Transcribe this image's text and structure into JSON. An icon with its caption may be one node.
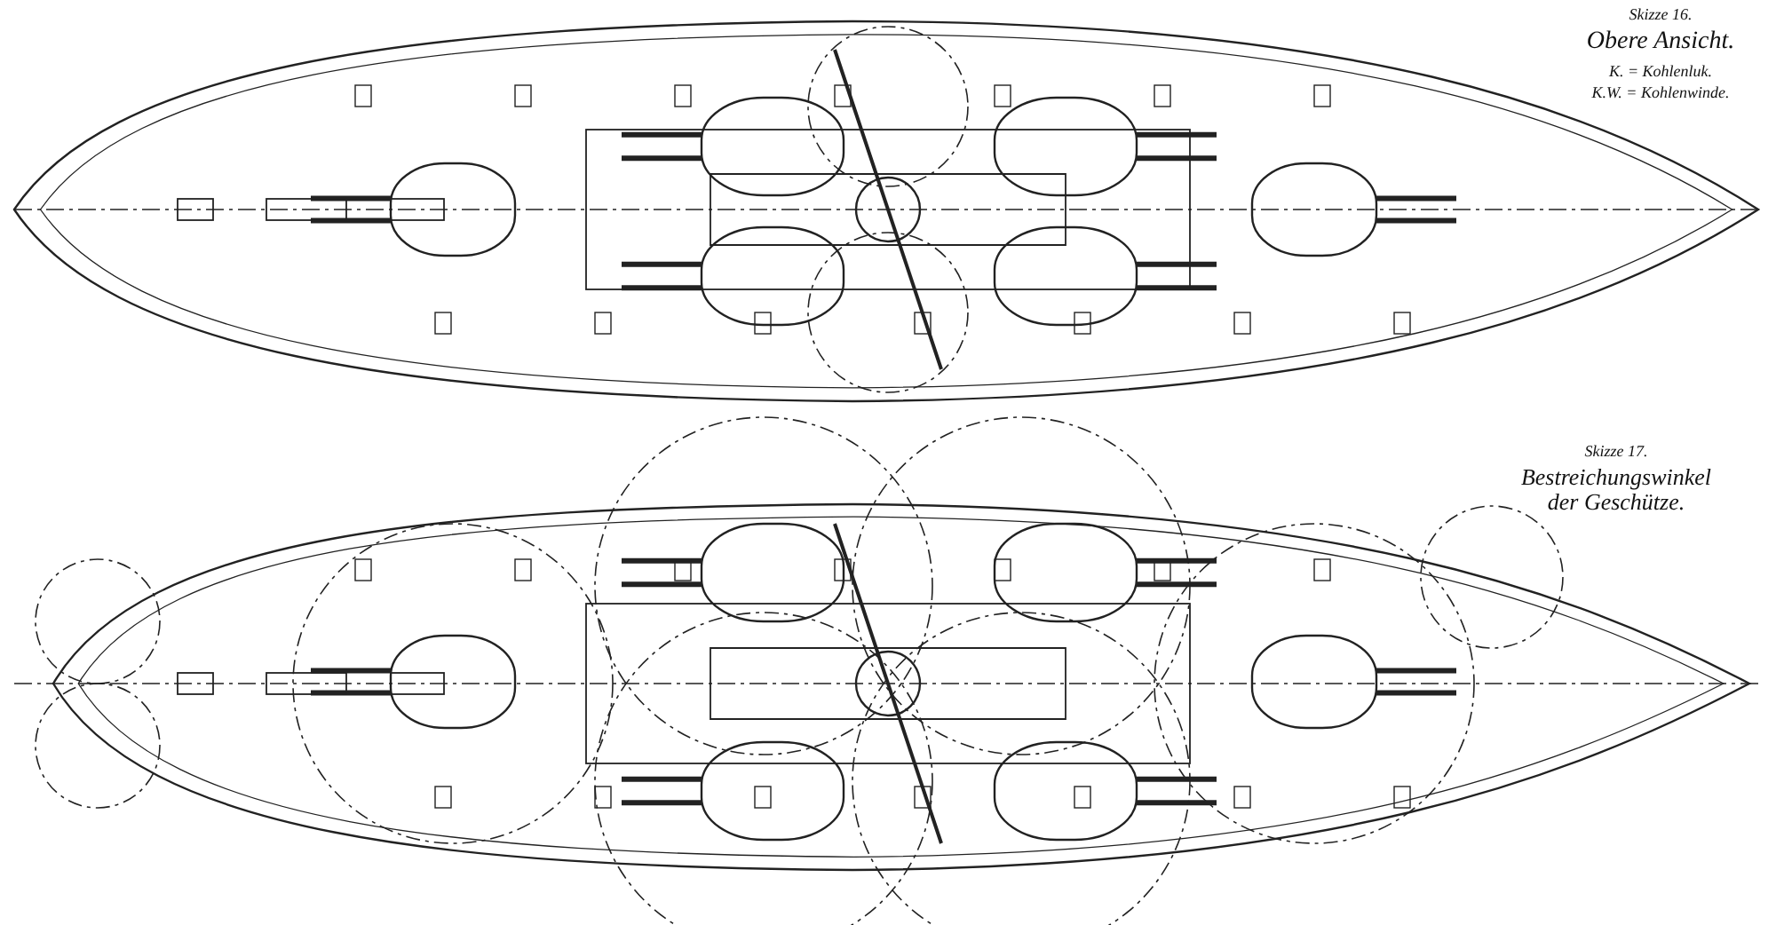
{
  "diagram": {
    "labels": [
      "Skizze 16.",
      "Obere Ansicht.",
      "K. = Kohlenluk.",
      "K.W. = Kohlenwinde.",
      "Skizze 17.",
      "Bestreichungswinkel der Geschütze."
    ]
  }
}
